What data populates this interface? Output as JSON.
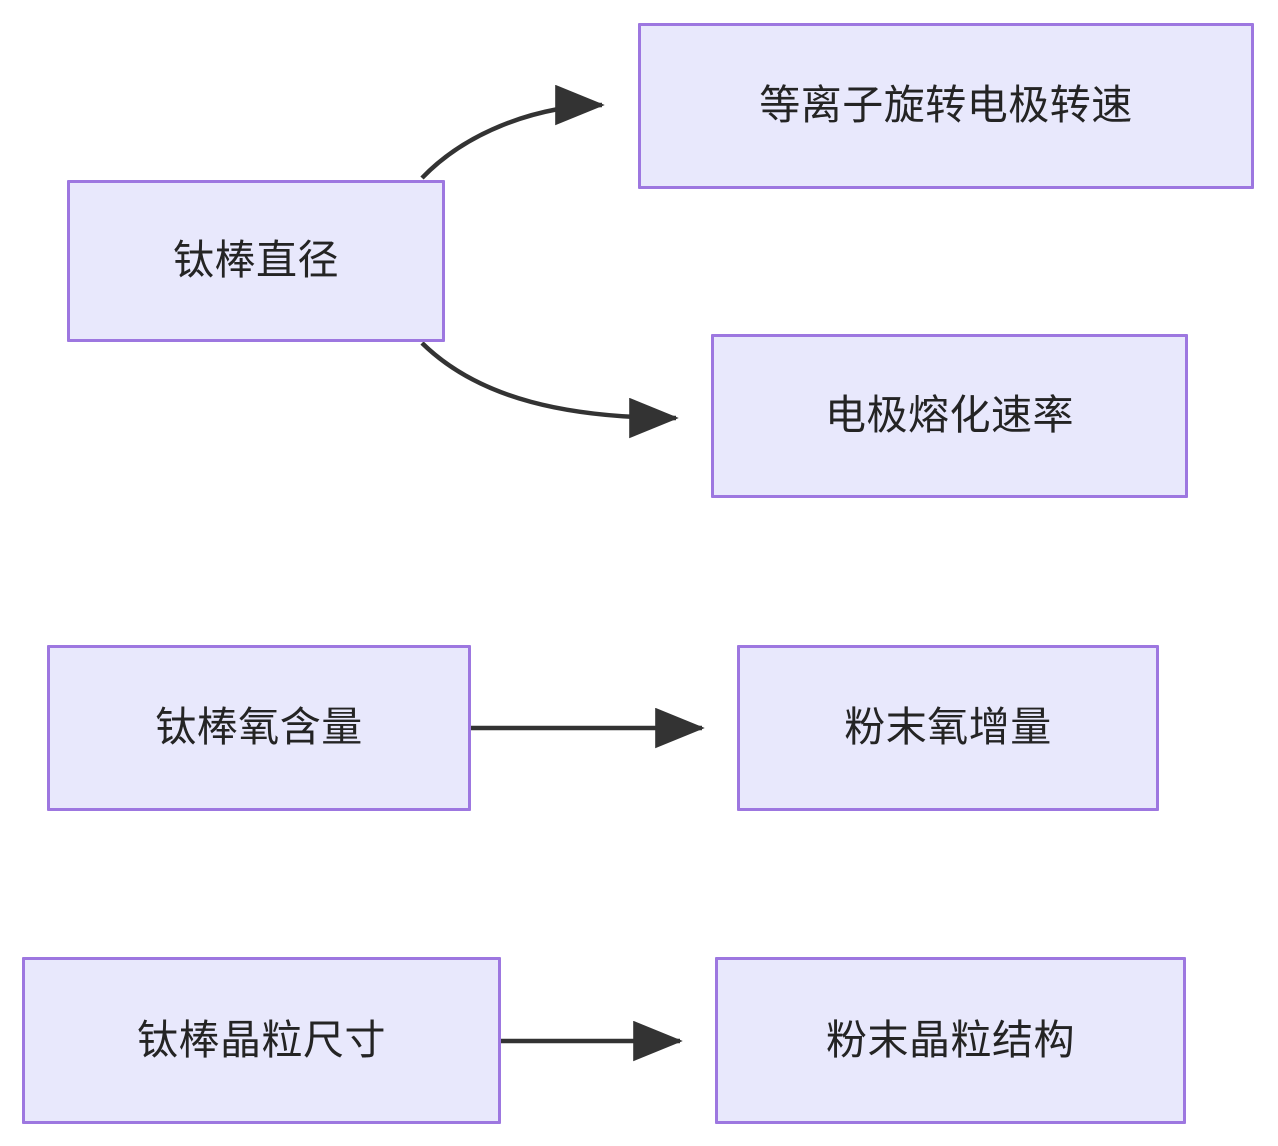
{
  "diagram": {
    "type": "flowchart",
    "direction": "left-to-right",
    "background_color": "#ffffff",
    "node_fill_color": "#e8e8fc",
    "node_border_color": "#9d77e0",
    "node_text_color": "#242424",
    "edge_color": "#333333",
    "nodes": [
      {
        "id": "rod_diameter",
        "label": "钛棒直径"
      },
      {
        "id": "plasma_speed",
        "label": "等离子旋转电极转速"
      },
      {
        "id": "melt_rate",
        "label": "电极熔化速率"
      },
      {
        "id": "rod_oxygen",
        "label": "钛棒氧含量"
      },
      {
        "id": "powder_oxygen",
        "label": "粉末氧增量"
      },
      {
        "id": "rod_grain_size",
        "label": "钛棒晶粒尺寸"
      },
      {
        "id": "powder_grain",
        "label": "粉末晶粒结构"
      }
    ],
    "edges": [
      {
        "from": "rod_diameter",
        "to": "plasma_speed",
        "style": "curved",
        "arrow": "triangle"
      },
      {
        "from": "rod_diameter",
        "to": "melt_rate",
        "style": "curved",
        "arrow": "triangle"
      },
      {
        "from": "rod_oxygen",
        "to": "powder_oxygen",
        "style": "straight",
        "arrow": "triangle"
      },
      {
        "from": "rod_grain_size",
        "to": "powder_grain",
        "style": "straight",
        "arrow": "triangle"
      }
    ]
  }
}
